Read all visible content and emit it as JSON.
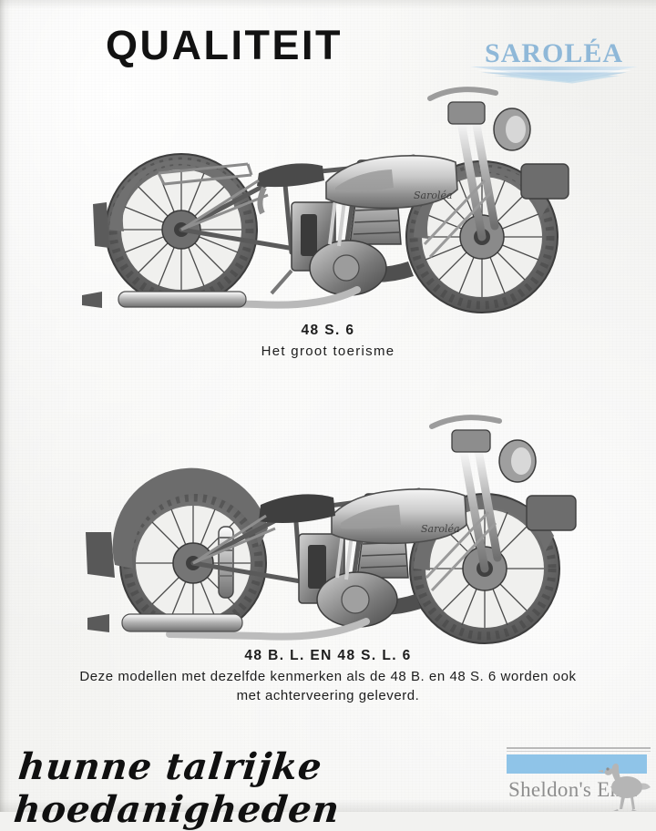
{
  "page": {
    "background_color": "#f4f4f2",
    "title": "QUALITEIT"
  },
  "brand": {
    "logo_text": "SAROLÉA",
    "logo_color": "#8fb8d8",
    "wing_color": "#b7d2e6"
  },
  "products": [
    {
      "image_name": "motorcycle-photo-48-s-6",
      "model": "48 S. 6",
      "subtitle": "Het groot toerisme",
      "tank_badge": "Saroléa"
    },
    {
      "image_name": "motorcycle-photo-48-bl-sl-6",
      "model": "48 B. L. EN 48 S. L. 6",
      "description_line_1": "Deze modellen met dezelfde kenmerken als de 48 B. en 48 S. 6 worden ook",
      "description_line_2": "met achterveering geleverd.",
      "tank_badge": "Saroléa"
    }
  ],
  "footer": {
    "script_text": "hunne talrijke hoedanigheden"
  },
  "watermark": {
    "text": "Sheldon's Emu",
    "bar_color": "#8fc4e8",
    "text_color": "#8e8e8e",
    "emu_color": "#b5b5b5",
    "icon": "emu-bird-icon"
  }
}
